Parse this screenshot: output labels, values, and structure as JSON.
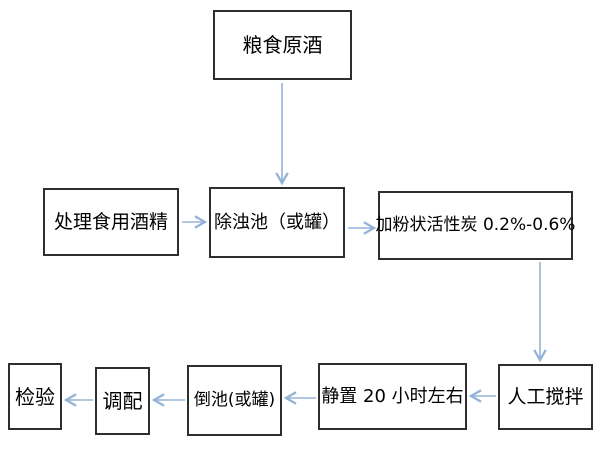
{
  "diagram": {
    "background_color": "#ffffff",
    "box_border_color": "#2e2e2e",
    "arrow_color": "#95b3d7",
    "text_color": "#000000",
    "nodes": [
      {
        "id": "grain-raw-liquor",
        "label": "粮食原酒"
      },
      {
        "id": "process-edible-alcohol",
        "label": "处理食用酒精"
      },
      {
        "id": "turbidity-removal-pool",
        "label": "除浊池（或罐）"
      },
      {
        "id": "add-activated-carbon",
        "label": "加粉状活性炭 0.2%-0.6%"
      },
      {
        "id": "manual-stirring",
        "label": "人工搅拌"
      },
      {
        "id": "stand-20-hours",
        "label": "静置 20 小时左右"
      },
      {
        "id": "pour-to-pool",
        "label": "倒池(或罐)"
      },
      {
        "id": "blending",
        "label": "调配"
      },
      {
        "id": "inspection",
        "label": "检验"
      }
    ],
    "flows": [
      {
        "from": "grain-raw-liquor",
        "to": "turbidity-removal-pool"
      },
      {
        "from": "process-edible-alcohol",
        "to": "turbidity-removal-pool"
      },
      {
        "from": "turbidity-removal-pool",
        "to": "add-activated-carbon"
      },
      {
        "from": "add-activated-carbon",
        "to": "manual-stirring"
      },
      {
        "from": "manual-stirring",
        "to": "stand-20-hours"
      },
      {
        "from": "stand-20-hours",
        "to": "pour-to-pool"
      },
      {
        "from": "pour-to-pool",
        "to": "blending"
      },
      {
        "from": "blending",
        "to": "inspection"
      }
    ]
  }
}
